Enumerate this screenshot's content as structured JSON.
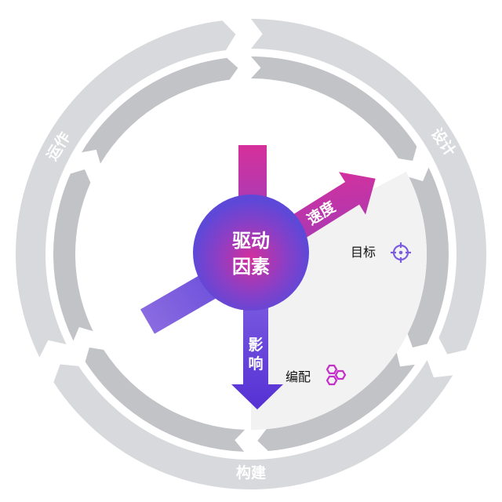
{
  "center": {
    "line1": "驱动",
    "line2": "因素"
  },
  "phases": {
    "design": "设计",
    "build": "构建",
    "operate": "运作"
  },
  "arrows": {
    "speed": "速度",
    "impact_line1": "影",
    "impact_line2": "响"
  },
  "items": [
    {
      "label": "目标",
      "icon": "target-crosshair-icon"
    },
    {
      "label": "编配",
      "icon": "hexagons-icon"
    }
  ],
  "colors": {
    "outer_ring": "#d8d9dc",
    "inner_ring": "#c2c3c7",
    "wedge": "#f2f2f2",
    "magenta": "#d6309a",
    "purple": "#5b35d5",
    "violet": "#8a6be0",
    "target_icon": "#7b5ce0",
    "hex_icon": "#c22fc9"
  }
}
